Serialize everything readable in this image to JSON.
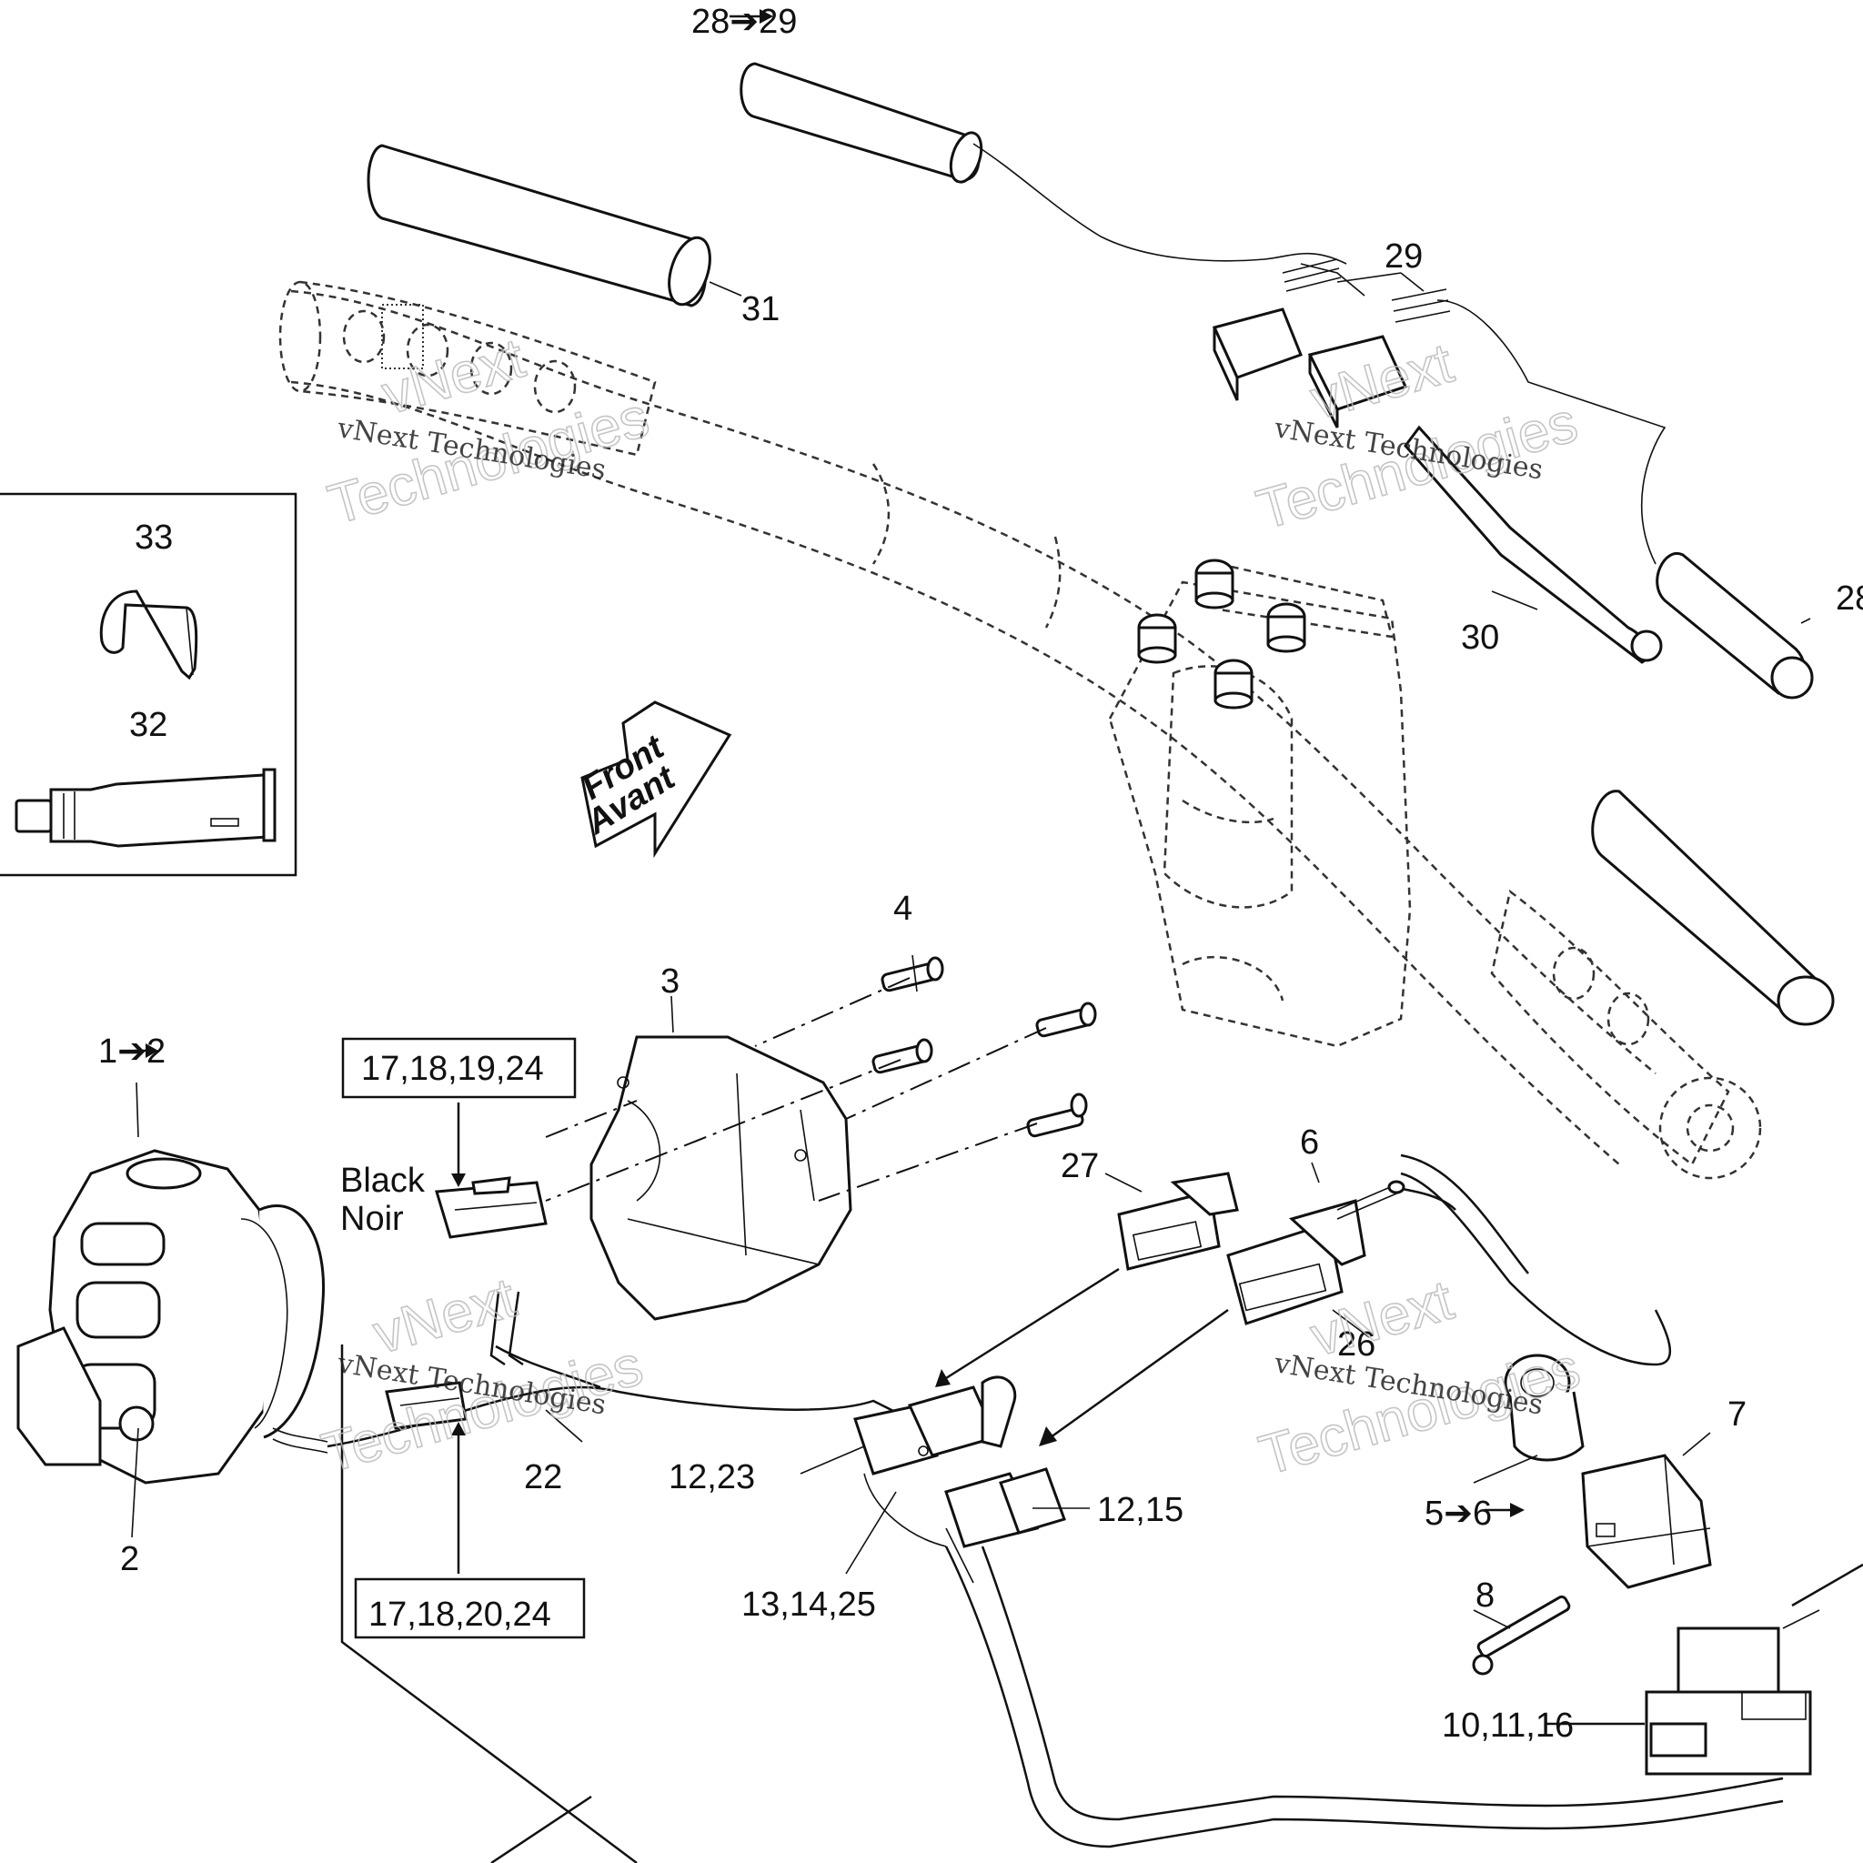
{
  "callouts": {
    "c28_29_top": "28➔29",
    "c31": "31",
    "c29": "29",
    "c33": "33",
    "c32": "32",
    "c30": "30",
    "c28_edge": "28",
    "c4": "4",
    "c3": "3",
    "c1_2": "1➔2",
    "c17_18_19_24": "17,18,19,24",
    "c27": "27",
    "c6": "6",
    "c26": "26",
    "c7": "7",
    "c22": "22",
    "c12_23": "12,23",
    "c12_15": "12,15",
    "c5_6": "5➔6",
    "c2": "2",
    "c8": "8",
    "c13_14_25": "13,14,25",
    "c17_18_20_24": "17,18,20,24",
    "c10_11_16": "10,11,16"
  },
  "wire_color_label": {
    "line1": "Black",
    "line2": "Noir"
  },
  "front_arrow": {
    "line1": "Front",
    "line2": "Avant"
  },
  "watermark": {
    "brand": "vNext",
    "company": "vNext Technologies",
    "suffix": "Technologies"
  }
}
